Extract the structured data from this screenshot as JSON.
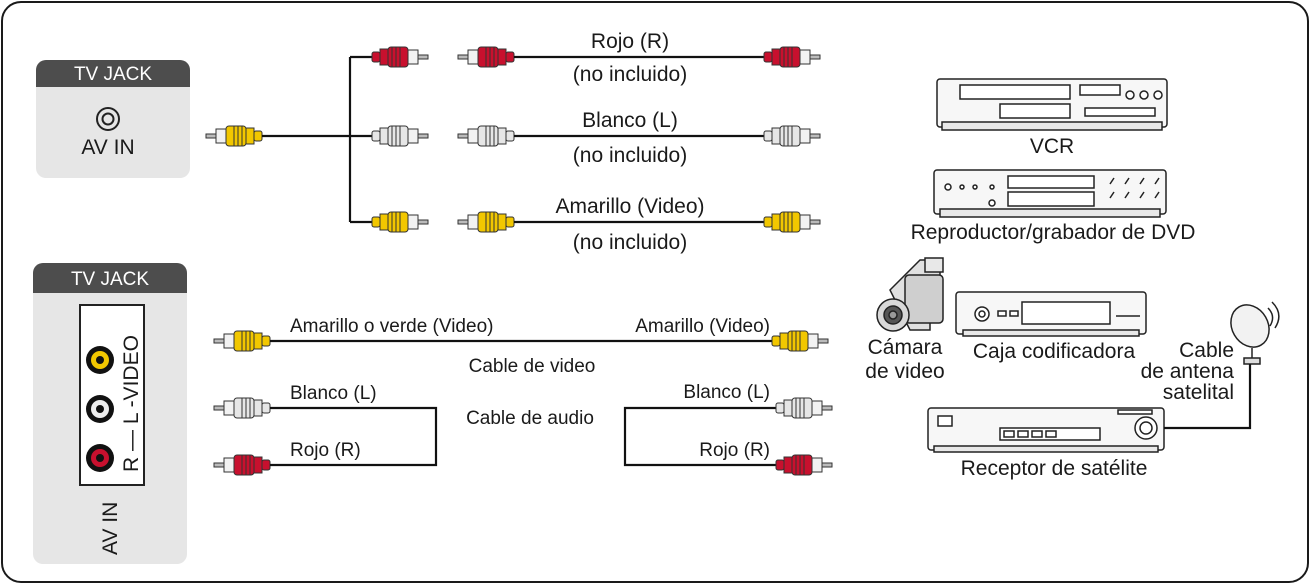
{
  "panel_top": {
    "header": "TV JACK",
    "port_label": "AV IN"
  },
  "panel_bottom": {
    "header": "TV JACK",
    "port_label": "AV IN",
    "vertical_label": "R — L -VIDEO"
  },
  "top_cables": [
    {
      "name": "Rojo (R)",
      "note": "(no incluido)",
      "color": "#c8102e"
    },
    {
      "name": "Blanco (L)",
      "note": "(no incluido)",
      "color": "#e6e6e6"
    },
    {
      "name": "Amarillo (Video)",
      "note": "(no incluido)",
      "color": "#f2c700"
    }
  ],
  "bottom_cables": {
    "video_left": "Amarillo o verde (Video)",
    "video_right": "Amarillo (Video)",
    "video_cable": "Cable de video",
    "white_left": "Blanco (L)",
    "white_right": "Blanco (L)",
    "audio_cable": "Cable de audio",
    "red_left": "Rojo (R)",
    "red_right": "Rojo (R)"
  },
  "devices": {
    "vcr": "VCR",
    "dvd": "Reproductor/grabador de DVD",
    "camera_line1": "Cámara",
    "camera_line2": "de video",
    "settop": "Caja codificadora",
    "antenna_line1": "Cable",
    "antenna_line2": "de antena",
    "antenna_line3": "satelital",
    "satellite": "Receptor de satélite"
  },
  "colors": {
    "red": "#c8102e",
    "white": "#e6e6e6",
    "yellow": "#f2c700",
    "panel": "#e6e6e6",
    "panel_header": "#4d4d4d"
  }
}
